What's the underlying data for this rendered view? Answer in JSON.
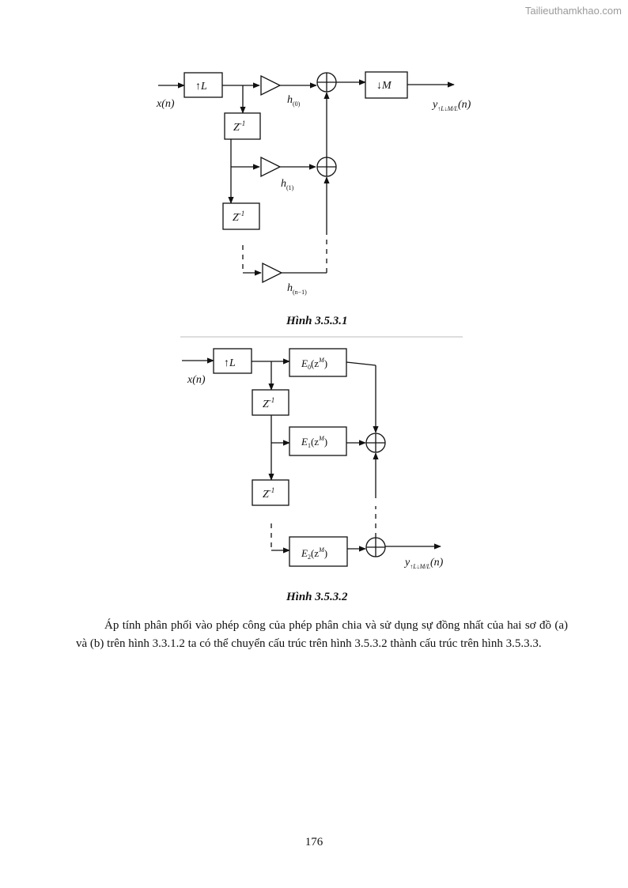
{
  "watermark": "Tailieuthamkhao.com",
  "fig1": {
    "caption": "Hình 3.5.3.1",
    "upsampler": "↑L",
    "downsampler": "↓M",
    "delay": "Z",
    "delay_exp": "-1",
    "input": "x(n)",
    "h0": "h",
    "h0_sub": "(0)",
    "h1": "h",
    "h1_sub": "(1)",
    "hn": "h",
    "hn_sub": "(n−1)",
    "output": "y",
    "output_sub": "↑L↓M/L",
    "output_arg": "(n)"
  },
  "fig2": {
    "caption": "Hình 3.5.3.2",
    "upsampler": "↑L",
    "delay": "Z",
    "delay_exp": "-1",
    "input": "x(n)",
    "e0": "E",
    "e0_sub": "0",
    "e1": "E",
    "e1_sub": "1",
    "e2": "E",
    "e2_sub": "2",
    "z_arg": "(z",
    "z_exp": "M",
    "z_close": ")",
    "output": "y",
    "output_sub": "↑L↓M/L",
    "output_arg": "(n)"
  },
  "paragraph": "Áp tính phân phối vào phép công của phép phân chia và sử dụng sự đồng nhất của hai sơ đồ (a) và (b) trên hình 3.3.1.2 ta có thể chuyển cấu trúc trên hình 3.5.3.2 thành cấu trúc trên hình 3.5.3.3.",
  "page_number": "176"
}
